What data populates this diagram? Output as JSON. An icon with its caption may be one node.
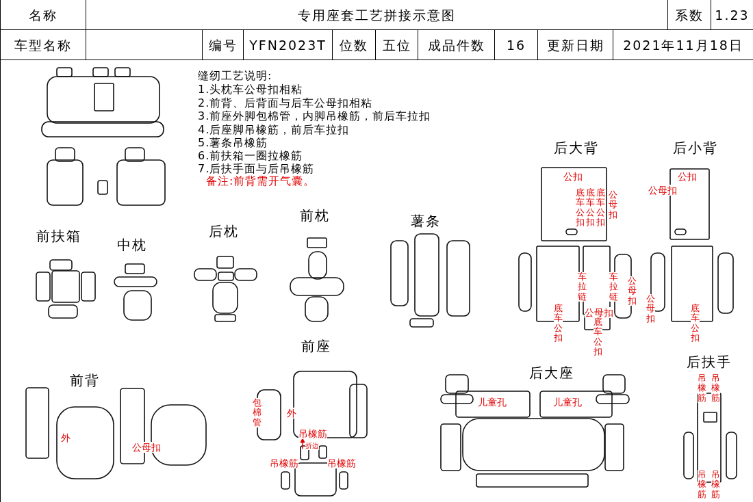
{
  "diagram": {
    "title": "专用座套工艺拼接示意图",
    "labels": [
      "名称",
      "系数",
      "1.23",
      "车型名称",
      "编号",
      "YFN2023T",
      "位数",
      "五位",
      "成品件数",
      "16",
      "更新日期",
      "2021年11月18日",
      "缝纫工艺说明:",
      "1.头枕车公母扣相粘",
      "2.前背、后背面与后车公母扣相粘",
      "3.前座外脚包棉管，内脚吊橡筋，前后车拉扣",
      "4.后座脚吊橡筋，前后车拉扣",
      "5.薯条吊橡筋",
      "6.前扶箱一圈拉橡筋",
      "7.后扶手面与后吊橡筋",
      "备注:前背需开气囊。",
      "后大背",
      "后小背",
      "公扣",
      "底车公扣",
      "底车公扣",
      "底车公扣",
      "公母扣",
      "公扣",
      "公母扣",
      "前扶箱",
      "中枕",
      "后枕",
      "前枕",
      "薯条",
      "车拉链",
      "车拉链",
      "公母扣",
      "公母扣",
      "底车公扣",
      "公母扣",
      "底车公扣",
      "底车公扣",
      "前座",
      "后扶手",
      "后大座",
      "前背",
      "吊橡筋",
      "吊橡筋",
      "包棉管",
      "外",
      "儿童孔",
      "儿童孔",
      "外",
      "公母扣",
      "吊橡筋",
      "折边",
      "吊橡筋",
      "吊橡筋",
      "吊橡筋",
      "吊橡筋"
    ]
  }
}
